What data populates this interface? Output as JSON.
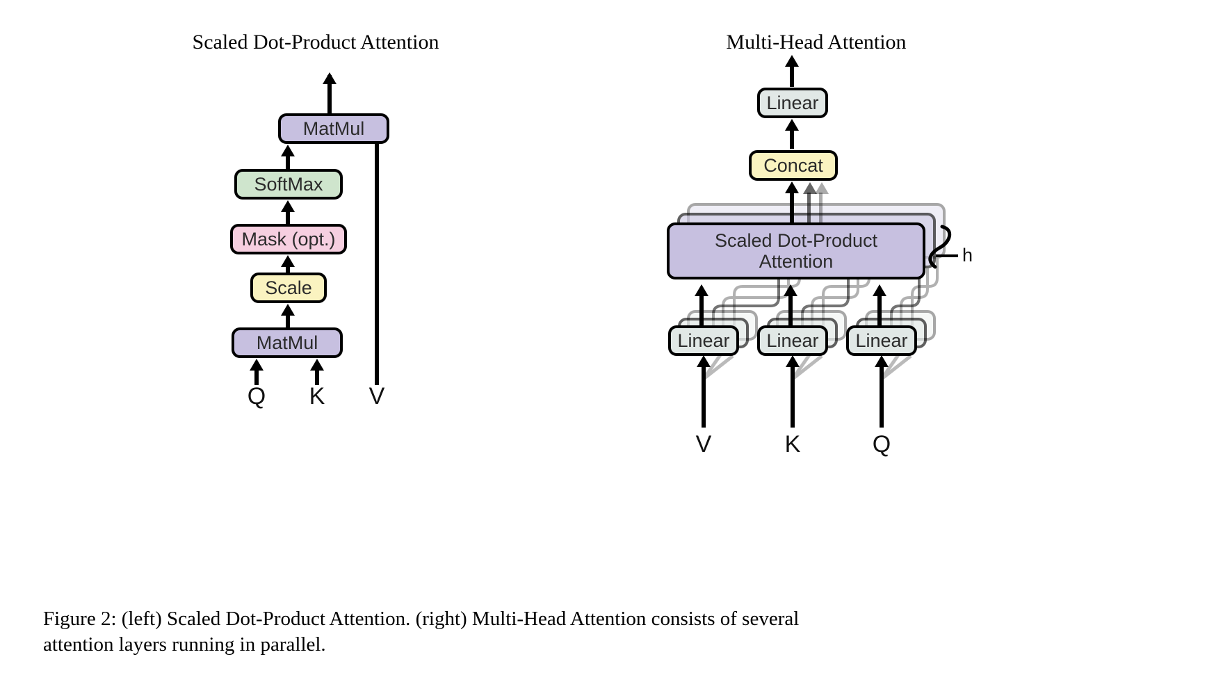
{
  "figure": {
    "left_title": "Scaled Dot-Product Attention",
    "right_title": "Multi-Head Attention",
    "caption_line1": "Figure 2:  (left) Scaled Dot-Product Attention.  (right) Multi-Head Attention consists of several",
    "caption_line2": "attention layers running in parallel."
  },
  "left_diagram": {
    "nodes": [
      {
        "label": "MatMul",
        "color": "#c7c0e0"
      },
      {
        "label": "SoftMax",
        "color": "#cfe5cd"
      },
      {
        "label": "Mask (opt.)",
        "color": "#f6cfe0"
      },
      {
        "label": "Scale",
        "color": "#faf3c0"
      },
      {
        "label": "MatMul",
        "color": "#c7c0e0"
      }
    ],
    "inputs": [
      "Q",
      "K",
      "V"
    ]
  },
  "right_diagram": {
    "nodes": [
      {
        "label": "Linear",
        "color": "#e1e8e6"
      },
      {
        "label": "Concat",
        "color": "#faf3c0"
      },
      {
        "label": "Scaled Dot-Product",
        "label2": "Attention",
        "color": "#c7c0e0"
      },
      {
        "label": "Linear",
        "color": "#e1e8e6"
      },
      {
        "label": "Linear",
        "color": "#e1e8e6"
      },
      {
        "label": "Linear",
        "color": "#e1e8e6"
      }
    ],
    "heads_label": "h",
    "inputs": [
      "V",
      "K",
      "Q"
    ]
  },
  "colors": {
    "purple": "#c7c0e0",
    "green": "#cfe5cd",
    "pink": "#f6cfe0",
    "yellow": "#faf3c0",
    "grey": "#e1e8e6",
    "stroke": "#000000",
    "background": "#ffffff"
  }
}
